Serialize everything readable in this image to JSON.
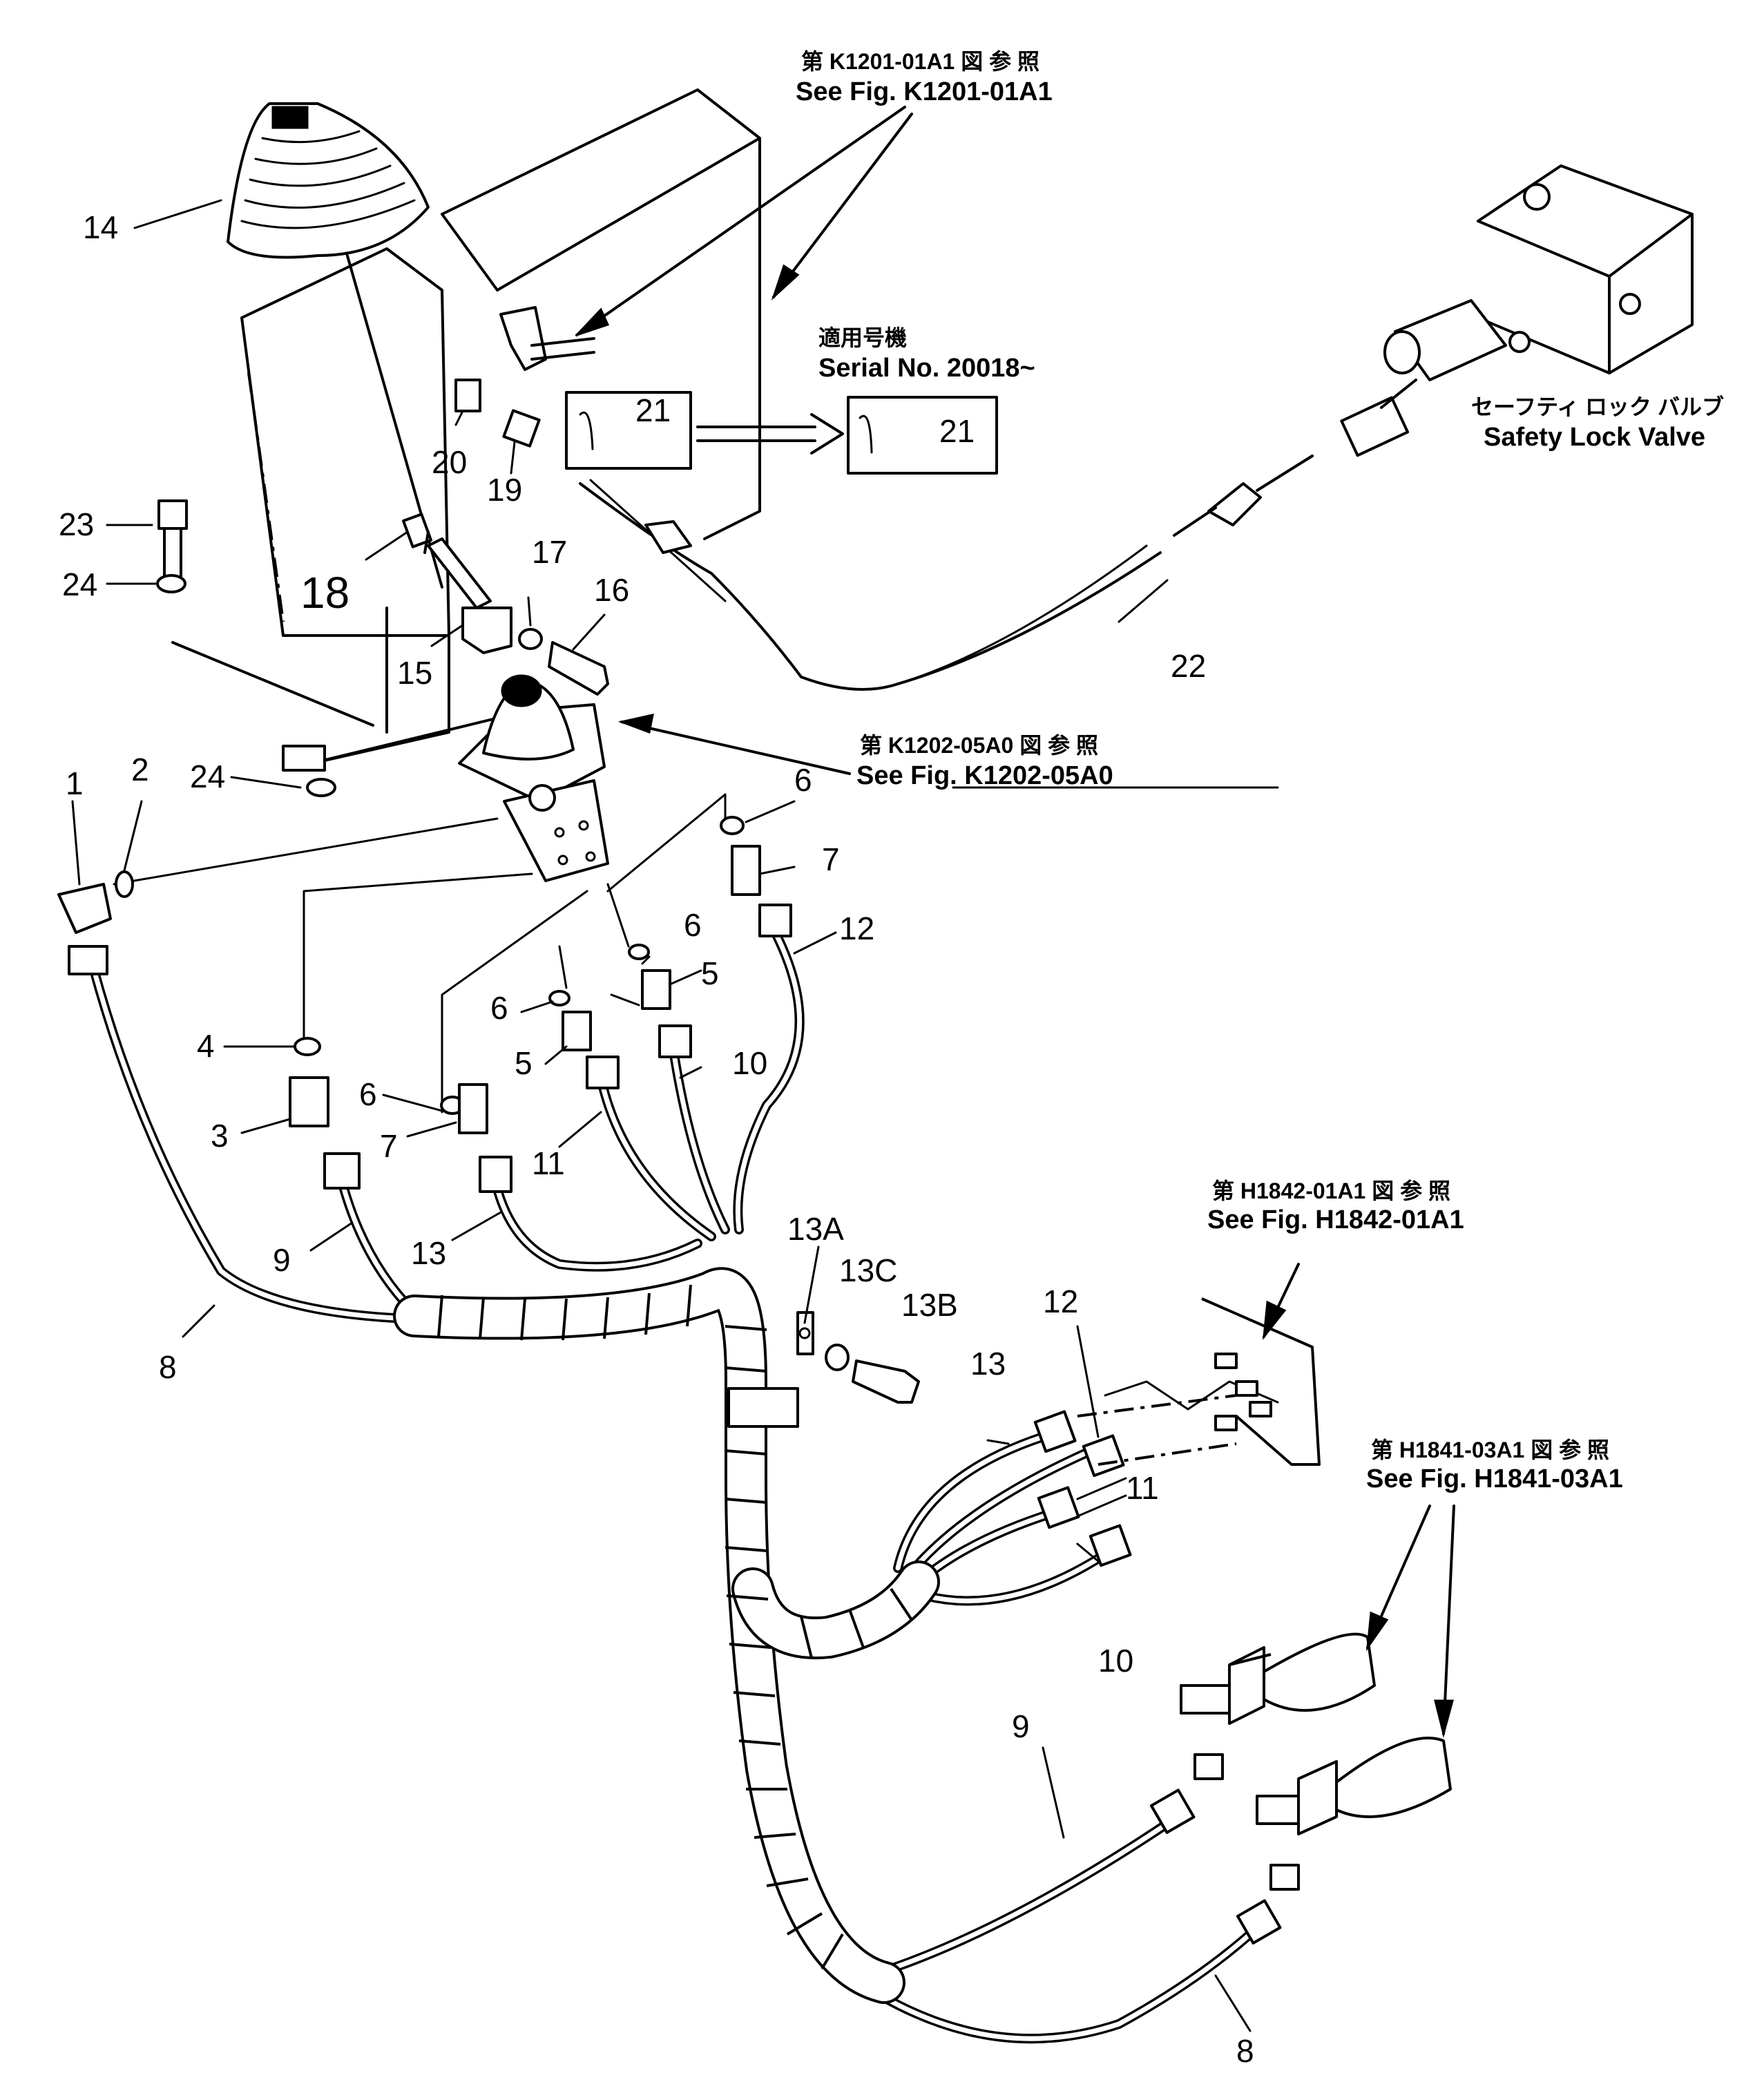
{
  "references": {
    "k1201": {
      "jp": "第 K1201-01A1 図 参 照",
      "en": "See Fig. K1201-01A1"
    },
    "k1202": {
      "jp": "第 K1202-05A0 図 参 照",
      "en": "See Fig. K1202-05A0"
    },
    "h1842": {
      "jp": "第 H1842-01A1 図 参 照",
      "en": "See Fig. H1842-01A1"
    },
    "h1841": {
      "jp": "第 H1841-03A1 図 参 照",
      "en": "See Fig. H1841-03A1"
    }
  },
  "serial": {
    "jp": "適用号機",
    "en": "Serial  No.  20018~"
  },
  "safety_valve": {
    "jp": "セーフティ ロック バルブ",
    "en": "Safety  Lock  Valve"
  },
  "labels": {
    "p1": "1",
    "p2": "2",
    "p3": "3",
    "p4": "4",
    "p5a": "5",
    "p5b": "5",
    "p6a": "6",
    "p6b": "6",
    "p6c": "6",
    "p6d": "6",
    "p7a": "7",
    "p7b": "7",
    "p8a": "8",
    "p8b": "8",
    "p9a": "9",
    "p9b": "9",
    "p10a": "10",
    "p10b": "10",
    "p11a": "11",
    "p11b": "11",
    "p12a": "12",
    "p12b": "12",
    "p13a": "13",
    "p13b": "13",
    "p13A": "13A",
    "p13B": "13B",
    "p13C": "13C",
    "p14": "14",
    "p15": "15",
    "p16": "16",
    "p17": "17",
    "p18": "18",
    "p19": "19",
    "p20": "20",
    "p21a": "21",
    "p21b": "21",
    "p22": "22",
    "p23": "23",
    "p24a": "24",
    "p24b": "24"
  }
}
